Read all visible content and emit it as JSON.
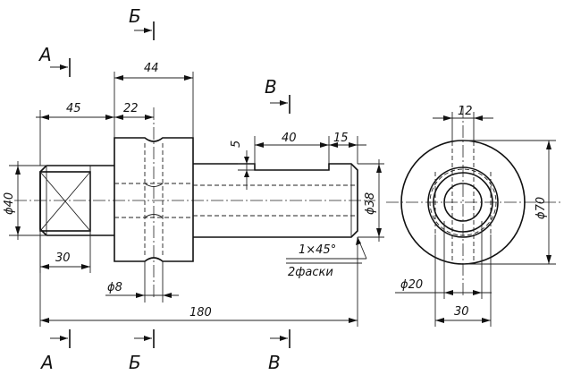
{
  "dimensions": {
    "d44": "44",
    "d45": "45",
    "d22": "22",
    "d40": "40",
    "d15": "15",
    "d5": "5",
    "dia40": "ϕ40",
    "dia38": "ϕ38",
    "d30_left": "30",
    "dia8": "ϕ8",
    "d180": "180",
    "chamfer": "1×45°",
    "chamfer_note": "2фаски",
    "d12": "12",
    "dia70": "ϕ70",
    "dia20": "ϕ20",
    "d30_right": "30"
  },
  "section_labels": {
    "A_top": "А",
    "B_top": "Б",
    "V_top": "В",
    "A_bottom": "А",
    "B_bottom": "Б",
    "V_bottom": "В"
  }
}
